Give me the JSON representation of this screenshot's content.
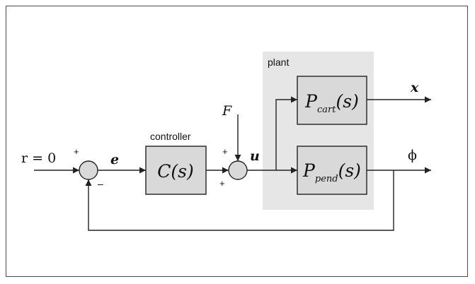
{
  "diagram": {
    "input_label": "r = 0",
    "sum1": {
      "plus_sign": "+",
      "minus_sign": "–"
    },
    "error_label": "e",
    "controller": {
      "group_label": "controller",
      "block_label": "C(s)"
    },
    "disturbance_label": "F",
    "sum2": {
      "plus_top": "+",
      "plus_bottom": "+"
    },
    "control_label": "u",
    "plant": {
      "group_label": "plant",
      "cart": {
        "main": "P",
        "sub": "cart",
        "arg": "(s)"
      },
      "pend": {
        "main": "P",
        "sub": "pend",
        "arg": "(s)"
      }
    },
    "output_x": "x",
    "output_phi": "ϕ"
  },
  "colors": {
    "frame_border": "#4a4a4a",
    "plant_background": "#e6e6e6",
    "block_fill": "#d9d9d9",
    "line": "#222222"
  }
}
